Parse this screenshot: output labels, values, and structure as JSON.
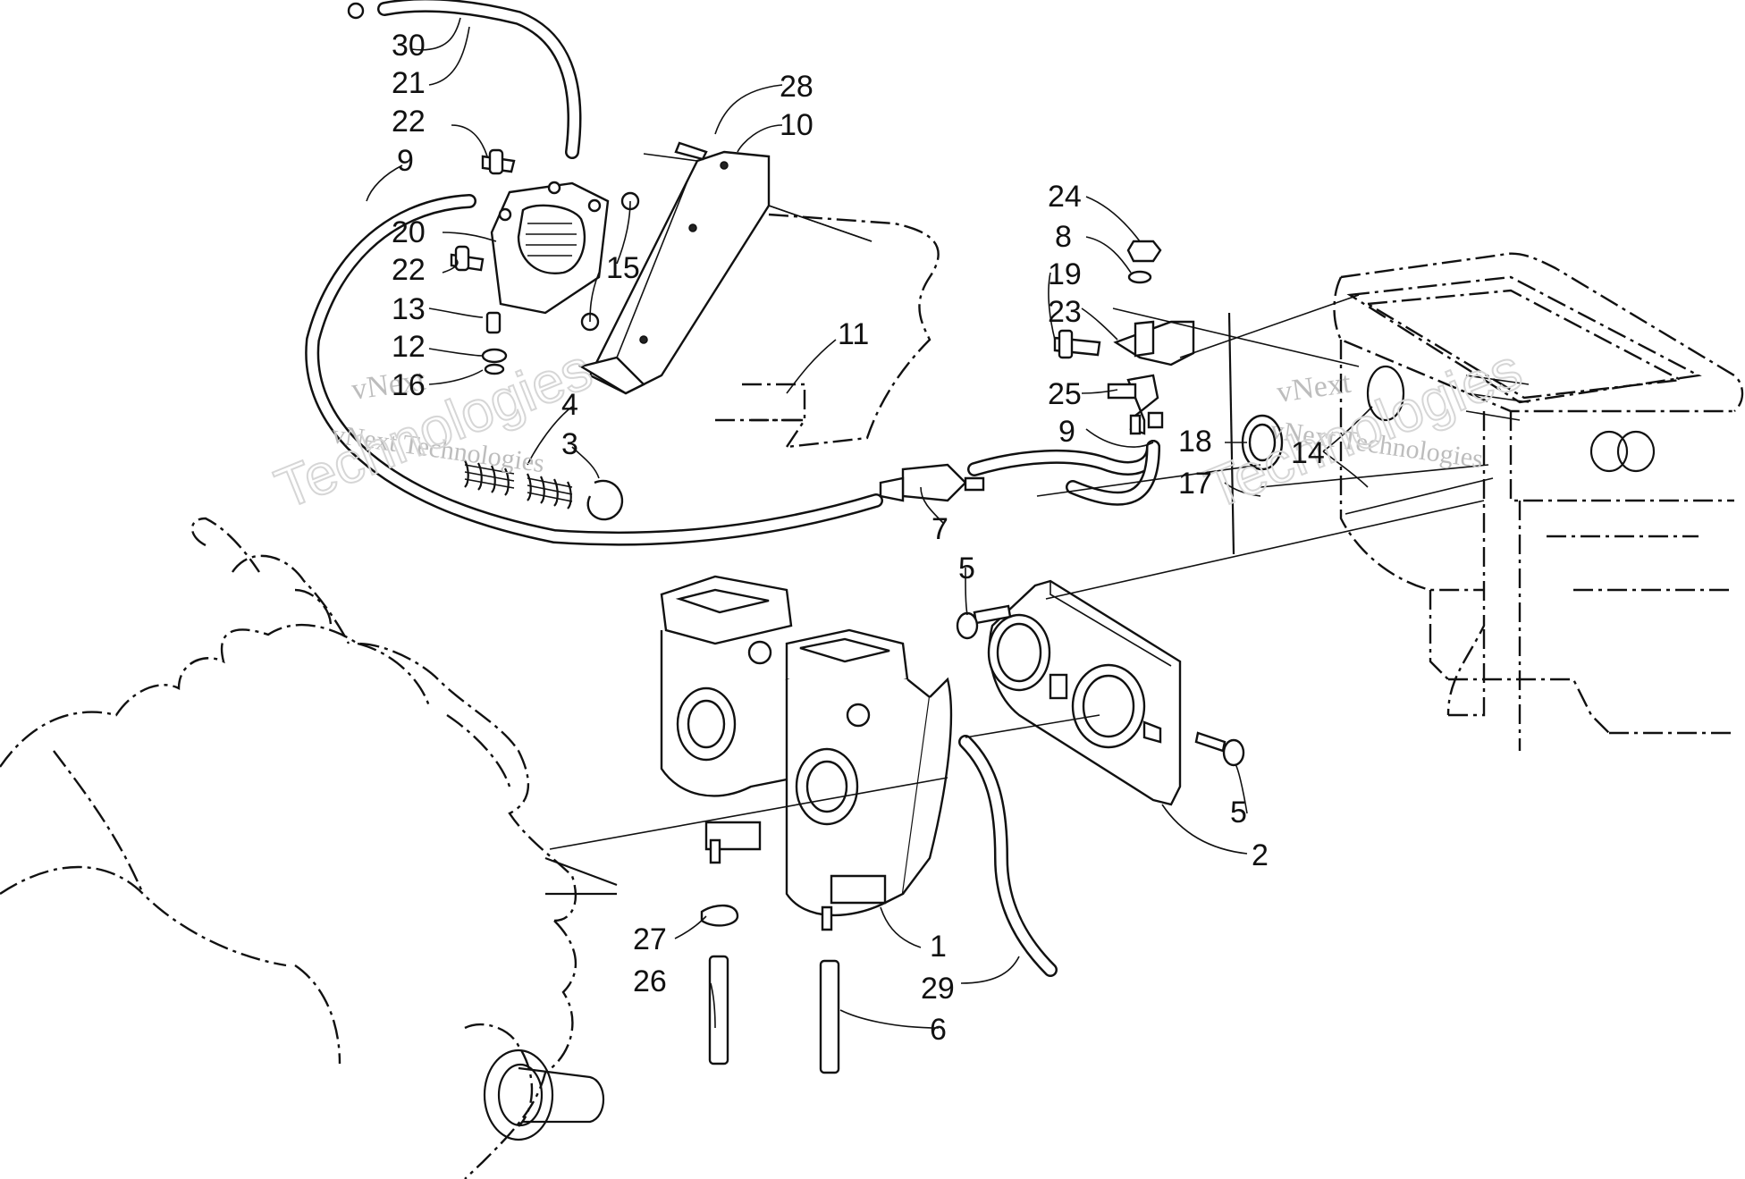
{
  "watermark": {
    "line1": "vNext",
    "line2": "vNext Technologies",
    "line3": "Technologies"
  },
  "callouts": [
    {
      "id": "30",
      "text": "30"
    },
    {
      "id": "21",
      "text": "21"
    },
    {
      "id": "22a",
      "text": "22"
    },
    {
      "id": "9a",
      "text": "9"
    },
    {
      "id": "20",
      "text": "20"
    },
    {
      "id": "22b",
      "text": "22"
    },
    {
      "id": "15",
      "text": "15"
    },
    {
      "id": "13",
      "text": "13"
    },
    {
      "id": "12",
      "text": "12"
    },
    {
      "id": "16",
      "text": "16"
    },
    {
      "id": "4",
      "text": "4"
    },
    {
      "id": "3",
      "text": "3"
    },
    {
      "id": "28",
      "text": "28"
    },
    {
      "id": "10",
      "text": "10"
    },
    {
      "id": "11",
      "text": "11"
    },
    {
      "id": "24",
      "text": "24"
    },
    {
      "id": "8",
      "text": "8"
    },
    {
      "id": "19",
      "text": "19"
    },
    {
      "id": "23",
      "text": "23"
    },
    {
      "id": "25",
      "text": "25"
    },
    {
      "id": "9b",
      "text": "9"
    },
    {
      "id": "18",
      "text": "18"
    },
    {
      "id": "14",
      "text": "14"
    },
    {
      "id": "17",
      "text": "17"
    },
    {
      "id": "7",
      "text": "7"
    },
    {
      "id": "5a",
      "text": "5"
    },
    {
      "id": "5b",
      "text": "5"
    },
    {
      "id": "2",
      "text": "2"
    },
    {
      "id": "1",
      "text": "1"
    },
    {
      "id": "27",
      "text": "27"
    },
    {
      "id": "26",
      "text": "26"
    },
    {
      "id": "29",
      "text": "29"
    },
    {
      "id": "6",
      "text": "6"
    }
  ]
}
